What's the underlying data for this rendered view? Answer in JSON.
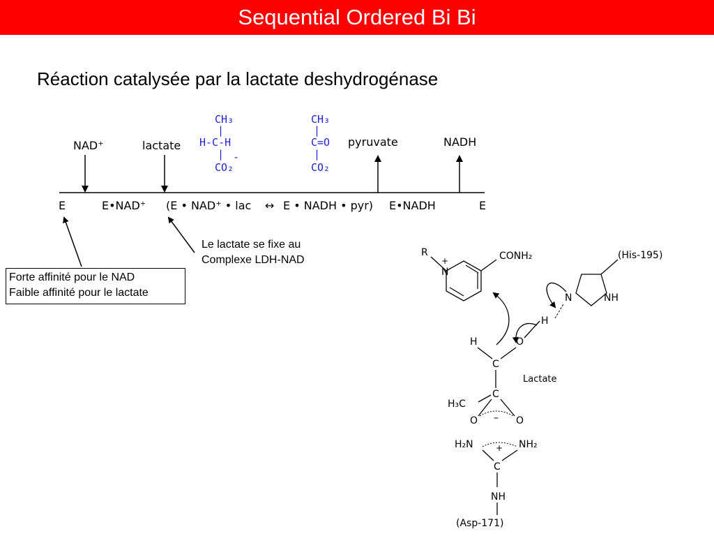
{
  "slide": {
    "title": "Sequential Ordered Bi Bi",
    "subtitle": "Réaction catalysée par la lactate deshydrogénase"
  },
  "colors": {
    "title_bg": "#ff0000",
    "blue": "#2222dd"
  },
  "scheme": {
    "top": {
      "nad_plus": "NAD⁺",
      "lactate": "lactate",
      "pyruvate": "pyruvate",
      "nadh": "NADH"
    },
    "states": {
      "e1": "E",
      "e_nad": "E•NAD⁺",
      "ternary_1": "(E • NAD⁺ • lac",
      "arrow": "↔",
      "ternary_2": "E • NADH • pyr)",
      "e_nadh": "E•NADH",
      "e2": "E"
    },
    "lac_struct": {
      "ch3": "CH₃",
      "bar1": "|",
      "hch": "H-C-H",
      "minus": "-",
      "bar2": "|",
      "co2": "CO₂"
    },
    "pyr_struct": {
      "ch3": "CH₃",
      "bar1": "|",
      "co": "C=O",
      "bar2": "|",
      "co2": "CO₂"
    }
  },
  "notes": {
    "lactate_binding": {
      "line1": "Le lactate se fixe au",
      "line2": "Complexe LDH-NAD"
    },
    "affinity": {
      "line1": "Forte affinité pour le NAD",
      "line2": "Faible affinité pour le lactate"
    }
  },
  "mechanism": {
    "r": "R",
    "plus1": "+",
    "n_pyr": "N",
    "conh2": "CONH₂",
    "his": "(His-195)",
    "n_im": "N",
    "nh_im": "NH",
    "h_bond": "H",
    "h_c": "H",
    "o": "O",
    "c1": "C",
    "lactate_label": "Lactate",
    "h3c": "H₃C",
    "c2": "C",
    "o_left": "O",
    "minus": "–",
    "o_right": "O",
    "h2n": "H₂N",
    "plus2": "+",
    "nh2": "NH₂",
    "c3": "C",
    "nh": "NH",
    "asp": "(Asp-171)"
  }
}
